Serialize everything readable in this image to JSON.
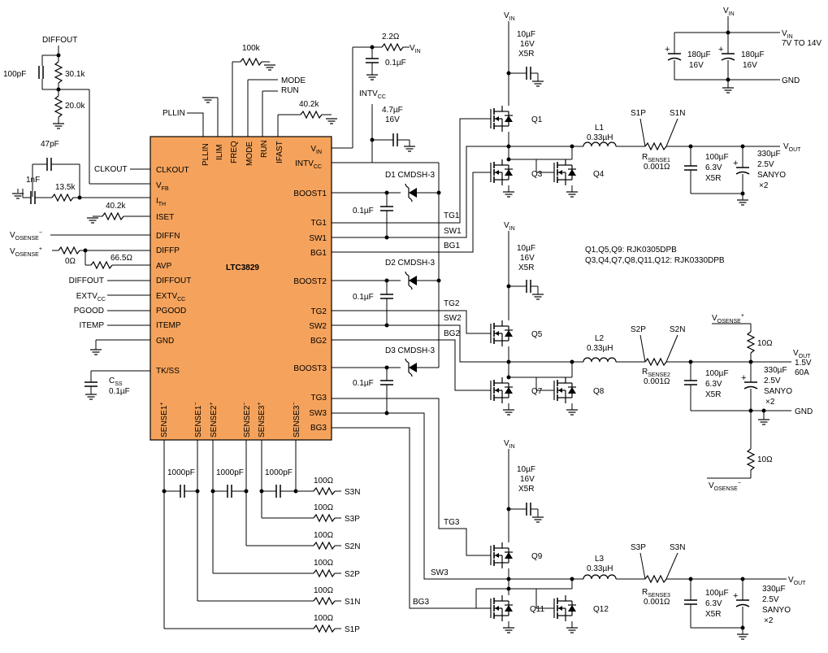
{
  "ic": {
    "name": "LTC3829",
    "pins_left": [
      {
        "label": "CLKOUT"
      },
      {
        "label": "V",
        "sub": "FB"
      },
      {
        "label": "I",
        "sub": "TH"
      },
      {
        "label": "ISET"
      },
      {
        "label": "DIFFN"
      },
      {
        "label": "DIFFP"
      },
      {
        "label": "AVP"
      },
      {
        "label": "DIFFOUT"
      },
      {
        "label": "EXTV",
        "sub": "CC"
      },
      {
        "label": "PGOOD"
      },
      {
        "label": "ITEMP"
      },
      {
        "label": "GND"
      },
      {
        "label": "TK/SS"
      }
    ],
    "pins_right": [
      {
        "label": "V",
        "sub": "IN"
      },
      {
        "label": "INTV",
        "sub": "CC"
      },
      {
        "label": "BOOST1"
      },
      {
        "label": "TG1"
      },
      {
        "label": "SW1"
      },
      {
        "label": "BG1"
      },
      {
        "label": "BOOST2"
      },
      {
        "label": "TG2"
      },
      {
        "label": "SW2"
      },
      {
        "label": "BG2"
      },
      {
        "label": "BOOST3"
      },
      {
        "label": "TG3"
      },
      {
        "label": "SW3"
      },
      {
        "label": "BG3"
      }
    ],
    "pins_top": [
      "PLLIN",
      "ILIM",
      "FREQ",
      "MODE",
      "RUN",
      "IFAST"
    ],
    "pins_bottom": [
      {
        "label": "SENSE1",
        "sup": "+"
      },
      {
        "label": "SENSE1",
        "sup": "−"
      },
      {
        "label": "SENSE2",
        "sup": "+"
      },
      {
        "label": "SENSE2",
        "sup": "−"
      },
      {
        "label": "SENSE3",
        "sup": "+"
      },
      {
        "label": "SENSE3",
        "sup": "−"
      }
    ]
  },
  "left_side": {
    "diffout": "DIFFOUT",
    "c_100pf": "100pF",
    "r_30k1": "30.1k",
    "r_20k": "20.0k",
    "clkout": "CLKOUT",
    "c_47pf": "47pF",
    "c_1nf": "1nF",
    "r_13k5": "13.5k",
    "r_40k2": "40.2k",
    "vosense_minus": {
      "main": "V",
      "sub": "OSENSE",
      "sup": "−"
    },
    "vosense_plus": {
      "main": "V",
      "sub": "OSENSE",
      "sup": "+"
    },
    "r_0": "0Ω",
    "r_66k5": "66.5Ω",
    "diffout_net": "DIFFOUT",
    "extvcc_net": {
      "main": "EXTV",
      "sub": "CC"
    },
    "pgood_net": "PGOOD",
    "itemp_net": "ITEMP",
    "css": {
      "main": "C",
      "sub": "SS"
    },
    "css_val": "0.1µF"
  },
  "top_side": {
    "pllin": "PLLIN",
    "r_100k": "100k",
    "mode": "MODE",
    "run": "RUN",
    "r_40k2b": "40.2k",
    "r_2r2": "2.2Ω",
    "vin": {
      "main": "V",
      "sub": "IN"
    },
    "c_0u1": "0.1µF",
    "intvcc": {
      "main": "INTV",
      "sub": "CC"
    },
    "c_4u7": "4.7µF",
    "c_4u7_v": "16V"
  },
  "boost": {
    "d1": "D1 CMDSH-3",
    "d2": "D2 CMDSH-3",
    "d3": "D3 CMDSH-3",
    "cap": "0.1µF",
    "nets": [
      "TG1",
      "SW1",
      "BG1",
      "TG2",
      "SW2",
      "BG2",
      "TG3",
      "SW3",
      "BG3"
    ]
  },
  "power": {
    "vin": {
      "main": "V",
      "sub": "IN"
    },
    "cin": [
      "10µF",
      "16V",
      "X5R"
    ],
    "fets": [
      "Q1",
      "Q3",
      "Q4",
      "Q5",
      "Q7",
      "Q8",
      "Q9",
      "Q11",
      "Q12"
    ],
    "inductors": [
      {
        "name": "L1",
        "val": "0.33µH"
      },
      {
        "name": "L2",
        "val": "0.33µH"
      },
      {
        "name": "L3",
        "val": "0.33µH"
      }
    ],
    "rsense": [
      {
        "main": "R",
        "sub": "SENSE1",
        "val": "0.001Ω",
        "p": "S1P",
        "n": "S1N"
      },
      {
        "main": "R",
        "sub": "SENSE2",
        "val": "0.001Ω",
        "p": "S2P",
        "n": "S2N"
      },
      {
        "main": "R",
        "sub": "SENSE3",
        "val": "0.001Ω",
        "p": "S3P",
        "n": "S3N"
      }
    ],
    "cout_cer": [
      "100µF",
      "6.3V",
      "X5R"
    ],
    "cout_pol": [
      "330µF",
      "2.5V",
      "SANYO",
      "×2"
    ],
    "vout": {
      "main": "V",
      "sub": "OUT"
    }
  },
  "notes": {
    "line1": "Q1,Q5,Q9: RJK0305DPB",
    "line2": "Q3,Q4,Q7,Q8,Q11,Q12: RJK0330DPB"
  },
  "input_caps": {
    "vin": {
      "main": "V",
      "sub": "IN"
    },
    "vin_range_name": {
      "main": "V",
      "sub": "IN"
    },
    "vin_range": "7V TO 14V",
    "c1": [
      "180µF",
      "16V"
    ],
    "c2": [
      "180µF",
      "16V"
    ],
    "gnd": "GND"
  },
  "output": {
    "vosense_plus": {
      "main": "V",
      "sub": "OSENSE",
      "sup": "+"
    },
    "vosense_minus": {
      "main": "V",
      "sub": "OSENSE",
      "sup": "−"
    },
    "r10a": "10Ω",
    "r10b": "10Ω",
    "vout_main": {
      "main": "V",
      "sub": "OUT"
    },
    "vout_v": "1.5V",
    "vout_a": "60A",
    "gnd": "GND"
  },
  "sense_filter": {
    "caps": [
      "1000pF",
      "1000pF",
      "1000pF"
    ],
    "res": "100Ω",
    "labels": [
      "S3N",
      "S3P",
      "S2N",
      "S2P",
      "S1N",
      "S1P"
    ]
  }
}
